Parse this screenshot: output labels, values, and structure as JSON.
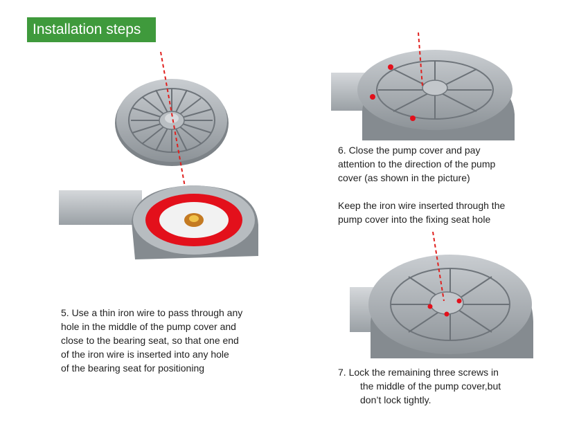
{
  "header": {
    "title": "Installation steps"
  },
  "step5": {
    "lines": [
      "5. Use a thin iron wire to pass through any",
      "hole in the middle of the pump cover and",
      "close to the bearing seat, so that one end",
      "of the iron wire is inserted into any hole",
      "of the bearing seat for positioning"
    ]
  },
  "step6": {
    "lines": [
      "6. Close the pump cover and pay",
      "attention to the direction of the pump",
      "cover (as shown in the picture)"
    ],
    "note_lines": [
      "Keep the iron wire inserted through the",
      "pump cover into the fixing seat hole"
    ]
  },
  "step7": {
    "lines": [
      "7.  Lock the remaining three screws in",
      "the middle of the pump cover,but",
      "don’t lock tightly."
    ]
  },
  "colors": {
    "title_bg": "#3f9a3c",
    "metal": "#a9aeb3",
    "metal_dark": "#6f757b",
    "highlight_red": "#e3101b",
    "guide_line": "#e0201e"
  }
}
